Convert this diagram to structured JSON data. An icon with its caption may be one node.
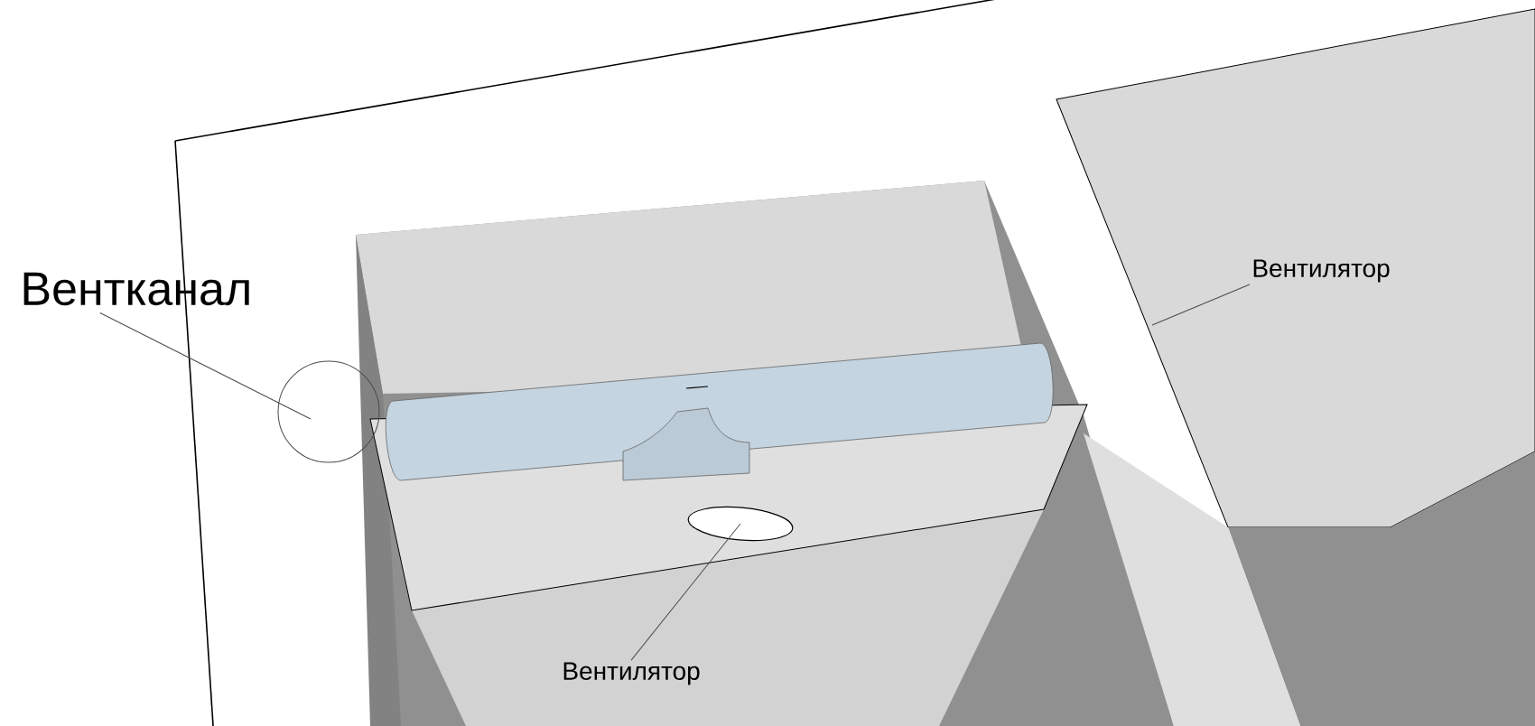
{
  "diagram": {
    "nodes": [
      {
        "text": [
          "Вентканал"
        ]
      },
      {
        "text": [],
        "shape": "circle"
      },
      {
        "text": [
          "Вентилятор"
        ]
      },
      {
        "text": [
          "Вентилятор"
        ]
      },
      {
        "text": [],
        "shape": "ellipse"
      }
    ],
    "edges": [
      {
        "from": 0,
        "to": 1,
        "arrow": "none"
      },
      {
        "from": 2,
        "to": null,
        "arrow": "none"
      },
      {
        "from": 3,
        "to": 4,
        "arrow": "none"
      }
    ]
  }
}
